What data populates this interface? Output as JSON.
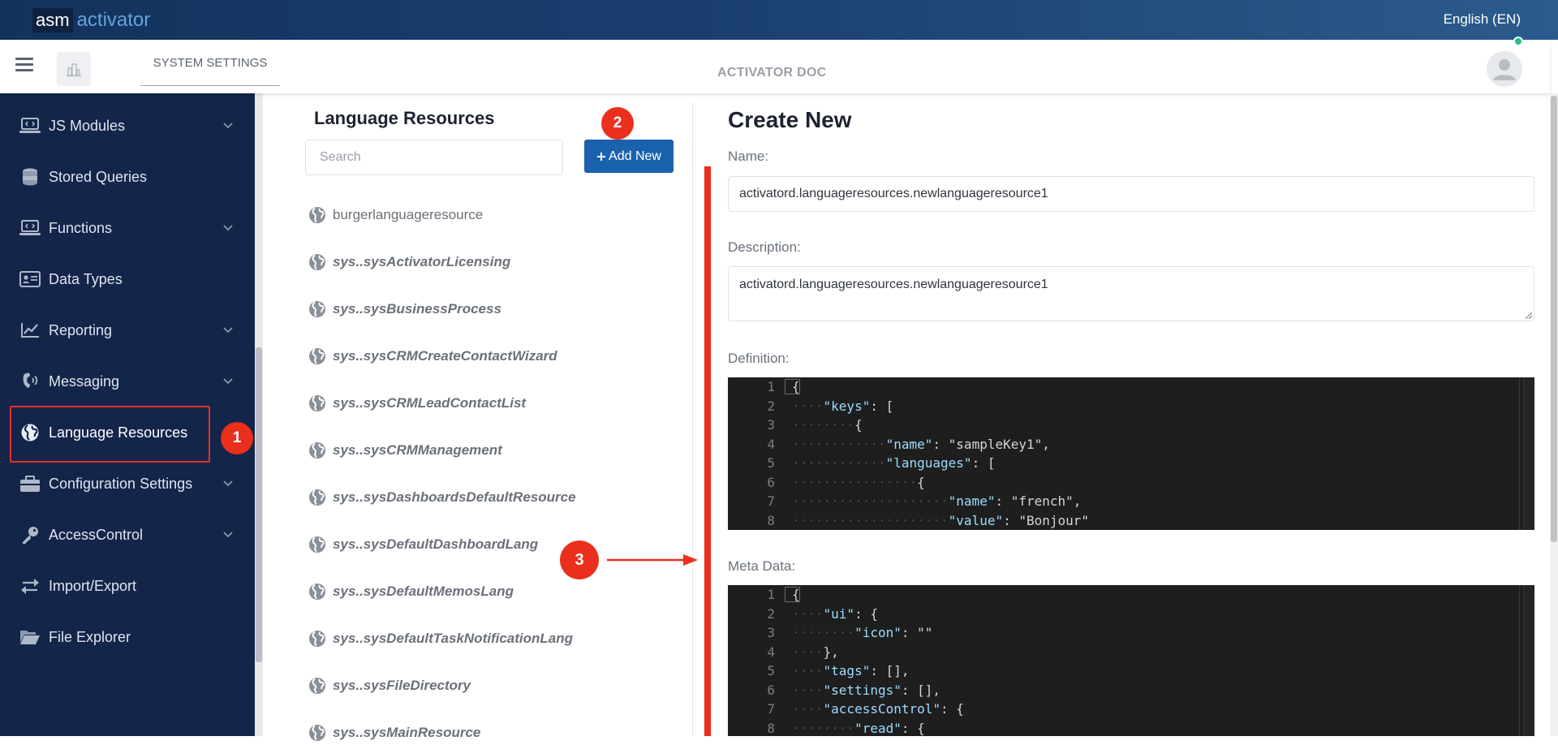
{
  "app": {
    "logo_box": "asm",
    "logo_text": "activator",
    "language": "English (EN)"
  },
  "header": {
    "tab": "SYSTEM SETTINGS",
    "title": "ACTIVATOR DOC"
  },
  "sidebar": {
    "items": [
      {
        "label": "JS Modules",
        "icon": "laptop-code-icon",
        "has_chevron": true
      },
      {
        "label": "Stored Queries",
        "icon": "database-icon",
        "has_chevron": false
      },
      {
        "label": "Functions",
        "icon": "laptop-code-icon",
        "has_chevron": true
      },
      {
        "label": "Data Types",
        "icon": "id-card-icon",
        "has_chevron": false
      },
      {
        "label": "Reporting",
        "icon": "line-chart-icon",
        "has_chevron": true
      },
      {
        "label": "Messaging",
        "icon": "phone-volume-icon",
        "has_chevron": true
      },
      {
        "label": "Language Resources",
        "icon": "globe-icon",
        "has_chevron": false,
        "active": true
      },
      {
        "label": "Configuration Settings",
        "icon": "toolbox-icon",
        "has_chevron": true
      },
      {
        "label": "AccessControl",
        "icon": "key-icon",
        "has_chevron": true
      },
      {
        "label": "Import/Export",
        "icon": "exchange-icon",
        "has_chevron": false
      },
      {
        "label": "File Explorer",
        "icon": "folder-open-icon",
        "has_chevron": false
      }
    ]
  },
  "annotations": {
    "badge1": "1",
    "badge2": "2",
    "badge3": "3",
    "accent": "#ea2f1c"
  },
  "list_panel": {
    "title": "Language Resources",
    "search_placeholder": "Search",
    "add_button": "Add New",
    "items": [
      "burgerlanguageresource",
      "sys..sysActivatorLicensing",
      "sys..sysBusinessProcess",
      "sys..sysCRMCreateContactWizard",
      "sys..sysCRMLeadContactList",
      "sys..sysCRMManagement",
      "sys..sysDashboardsDefaultResource",
      "sys..sysDefaultDashboardLang",
      "sys..sysDefaultMemosLang",
      "sys..sysDefaultTaskNotificationLang",
      "sys..sysFileDirectory",
      "sys..sysMainResource"
    ]
  },
  "form": {
    "title": "Create New",
    "name_label": "Name:",
    "name_value": "activatord.languageresources.newlanguageresource1",
    "description_label": "Description:",
    "description_value": "activatord.languageresources.newlanguageresource1",
    "definition_label": "Definition:",
    "metadata_label": "Meta Data:"
  },
  "definition_code": [
    "{",
    "    \"keys\": [",
    "        {",
    "            \"name\": \"sampleKey1\",",
    "            \"languages\": [",
    "                {",
    "                    \"name\": \"french\",",
    "                    \"value\": \"Bonjour\""
  ],
  "metadata_code": [
    "{",
    "    \"ui\": {",
    "        \"icon\": \"\"",
    "    },",
    "    \"tags\": [],",
    "    \"settings\": [],",
    "    \"accessControl\": {",
    "        \"read\": {"
  ]
}
